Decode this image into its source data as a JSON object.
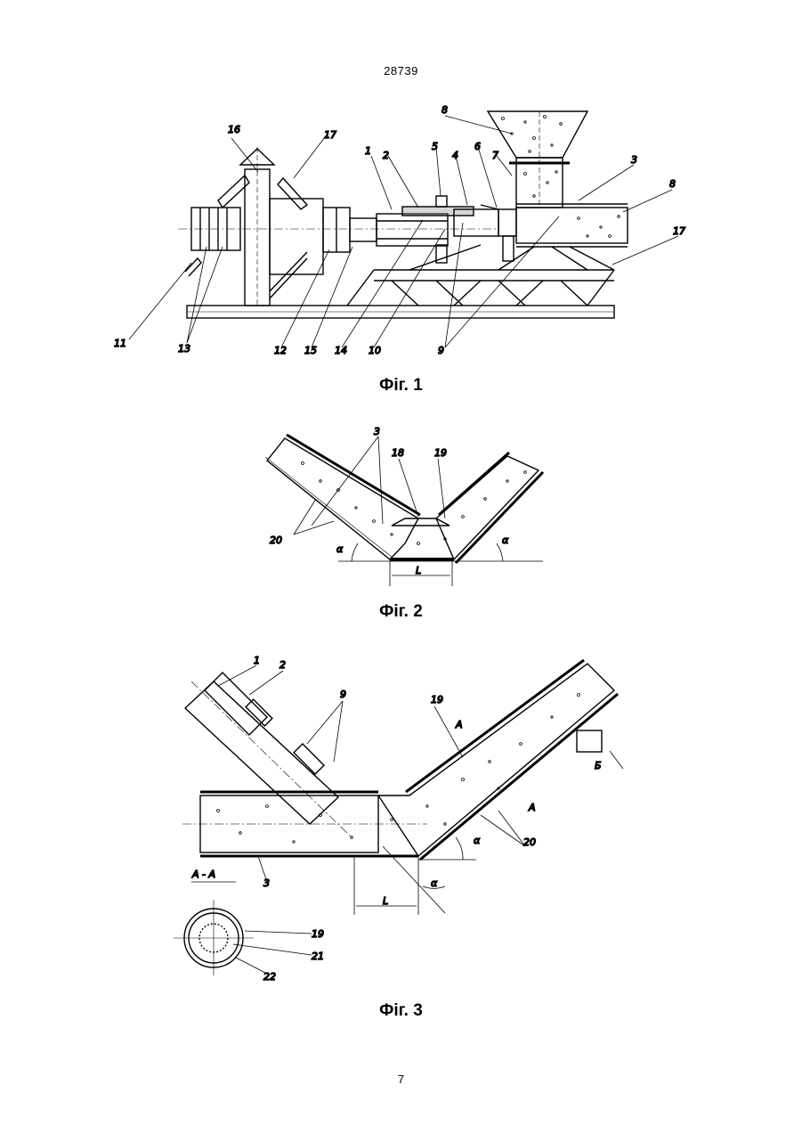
{
  "document_number": "28739",
  "page_number": "7",
  "figures": [
    {
      "caption": "Фіг. 1",
      "labels": [
        "1",
        "2",
        "3",
        "4",
        "5",
        "6",
        "7",
        "8",
        "8",
        "9",
        "10",
        "11",
        "12",
        "13",
        "14",
        "15",
        "16",
        "17",
        "17"
      ]
    },
    {
      "caption": "Фіг. 2",
      "labels": [
        "3",
        "18",
        "19",
        "20",
        "α",
        "α",
        "L"
      ]
    },
    {
      "caption": "Фіг. 3",
      "labels": [
        "1",
        "2",
        "9",
        "19",
        "20",
        "3",
        "α",
        "α",
        "L",
        "A",
        "A",
        "Б",
        "A - A",
        "19",
        "21",
        "22"
      ]
    }
  ]
}
